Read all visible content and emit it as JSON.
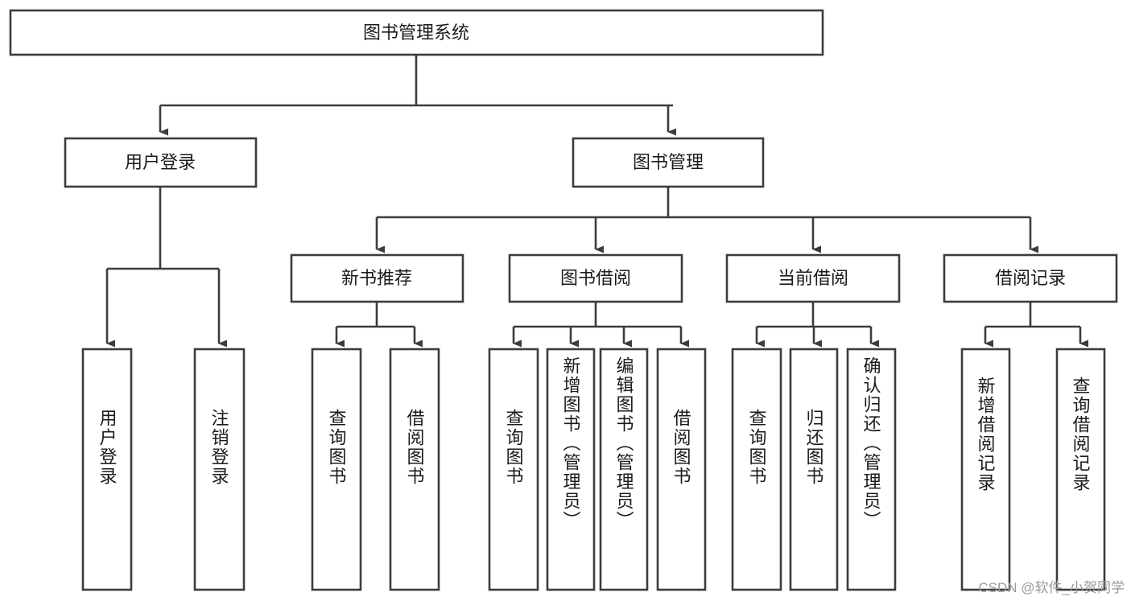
{
  "diagram": {
    "type": "tree-hierarchy-chart",
    "title": "图书管理系统",
    "root": {
      "id": "root",
      "label": "图书管理系统",
      "orientation": "horizontal"
    },
    "level1": [
      {
        "id": "user-login",
        "label": "用户登录",
        "orientation": "horizontal"
      },
      {
        "id": "book-manage",
        "label": "图书管理",
        "orientation": "horizontal"
      }
    ],
    "level2": [
      {
        "id": "new-book-rec",
        "label": "新书推荐",
        "orientation": "horizontal",
        "parent": "book-manage"
      },
      {
        "id": "book-borrow",
        "label": "图书借阅",
        "orientation": "horizontal",
        "parent": "book-manage"
      },
      {
        "id": "current-borrow",
        "label": "当前借阅",
        "orientation": "horizontal",
        "parent": "book-manage"
      },
      {
        "id": "borrow-record",
        "label": "借阅记录",
        "orientation": "horizontal",
        "parent": "book-manage"
      }
    ],
    "leaves": [
      {
        "id": "leaf-user-login",
        "label": "用户登录",
        "orientation": "vertical",
        "parent": "user-login"
      },
      {
        "id": "leaf-user-logout",
        "label": "注销登录",
        "orientation": "vertical",
        "parent": "user-login"
      },
      {
        "id": "leaf-query-book-1",
        "label": "查询图书",
        "orientation": "vertical",
        "parent": "new-book-rec"
      },
      {
        "id": "leaf-borrow-book-1",
        "label": "借阅图书",
        "orientation": "vertical",
        "parent": "new-book-rec"
      },
      {
        "id": "leaf-query-book-2",
        "label": "查询图书",
        "orientation": "vertical",
        "parent": "book-borrow"
      },
      {
        "id": "leaf-add-book",
        "label": "新增图书（管理员）",
        "orientation": "vertical",
        "parent": "book-borrow"
      },
      {
        "id": "leaf-edit-book",
        "label": "编辑图书（管理员）",
        "orientation": "vertical",
        "parent": "book-borrow"
      },
      {
        "id": "leaf-borrow-book-2",
        "label": "借阅图书",
        "orientation": "vertical",
        "parent": "book-borrow"
      },
      {
        "id": "leaf-query-book-3",
        "label": "查询图书",
        "orientation": "vertical",
        "parent": "current-borrow"
      },
      {
        "id": "leaf-return-book",
        "label": "归还图书",
        "orientation": "vertical",
        "parent": "current-borrow"
      },
      {
        "id": "leaf-confirm-return",
        "label": "确认归还（管理员）",
        "orientation": "vertical",
        "parent": "current-borrow"
      },
      {
        "id": "leaf-add-record",
        "label": "新增借阅记录",
        "orientation": "vertical",
        "parent": "borrow-record"
      },
      {
        "id": "leaf-query-record",
        "label": "查询借阅记录",
        "orientation": "vertical",
        "parent": "borrow-record"
      }
    ],
    "colors": {
      "stroke": "#3c3c3c",
      "fill": "#ffffff",
      "text": "#1b1b1b",
      "watermark": "#9a9a9a"
    }
  },
  "watermark": {
    "text": "CSDN @软件_小贺同学"
  }
}
